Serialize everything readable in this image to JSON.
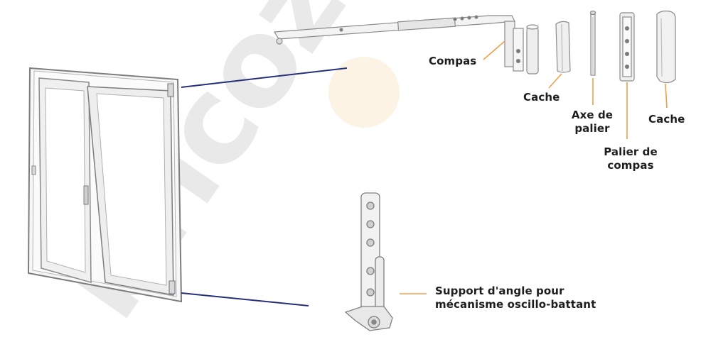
{
  "watermark": {
    "text": "bricozor",
    "color": "#e9e9e9",
    "accent_color": "#fdf3e4"
  },
  "colors": {
    "leader_orange": "#f0a04b",
    "connector_navy": "#26307a",
    "part_stroke": "#8a8a8a",
    "part_fill": "#f1f1f1"
  },
  "labels": {
    "compas": "Compas",
    "cache_1": "Cache",
    "axe_de_palier": "Axe de\npalier",
    "palier_de_compas": "Palier de\ncompas",
    "cache_2": "Cache",
    "support_angle": "Support d'angle pour\nmécanisme oscillo-battant"
  }
}
